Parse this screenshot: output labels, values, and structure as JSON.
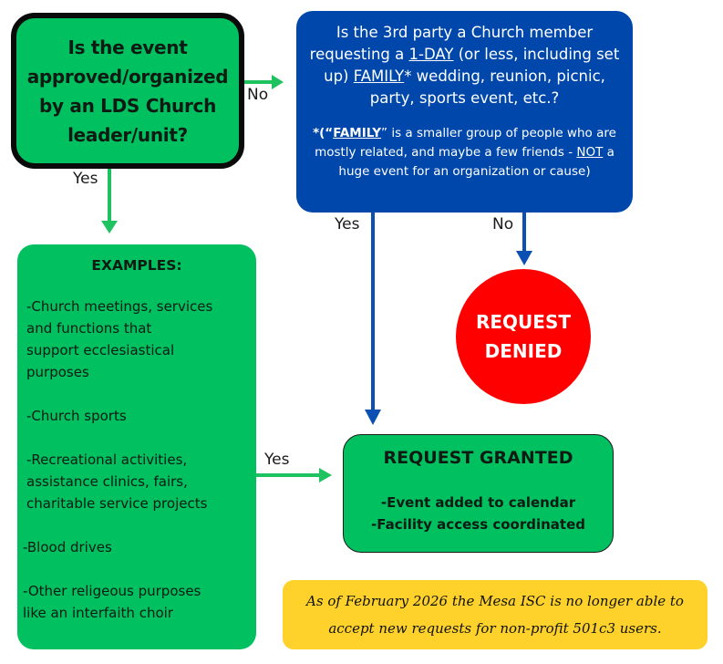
{
  "decision_1": {
    "text": "Is the event approved/organized by an LDS Church leader/unit?",
    "yes_label": "Yes",
    "no_label": "No"
  },
  "decision_2": {
    "line1": "Is the 3rd party a Church member",
    "line2_pre": "requesting a ",
    "line2_u": "1-DAY",
    "line2_post": " (or less,  including set",
    "line3_pre": "up) ",
    "line3_u": "FAMILY",
    "line3_post": "*  wedding, reunion, picnic,",
    "line4": "party, sports event, etc.?",
    "note_pre": "*(“",
    "note_u": "FAMILY",
    "note_mid": "” is a smaller group of people who are mostly related, and maybe a few friends - ",
    "note_u2": "NOT",
    "note_post": " a huge event for an organization or cause)",
    "yes_label": "Yes",
    "no_label": "No"
  },
  "examples": {
    "title": "EXAMPLES:",
    "items": [
      "-Church meetings, services\n  and functions that\n  support ecclesiastical\n  purposes",
      "-Church sports",
      "-Recreational activities,\n  assistance clinics, fairs,\n  charitable service projects",
      "-Blood drives",
      "-Other religeous purposes\n like an interfaith choir"
    ],
    "yes_label": "Yes"
  },
  "denied": {
    "line1": "REQUEST",
    "line2": "DENIED"
  },
  "granted": {
    "title": "REQUEST GRANTED",
    "line1": "-Event added to calendar",
    "line2": "-Facility access coordinated"
  },
  "notice": {
    "line1": "As of February 2026 the Mesa ISC is no longer able to",
    "line2": "accept new requests for non-profit 501c3 users."
  },
  "colors": {
    "green": "#00c060",
    "blue": "#0047ab",
    "red": "#ff0000",
    "yellow": "#fed22a",
    "arrow_green": "#1ec25f",
    "arrow_blue": "#0b4fb3"
  }
}
